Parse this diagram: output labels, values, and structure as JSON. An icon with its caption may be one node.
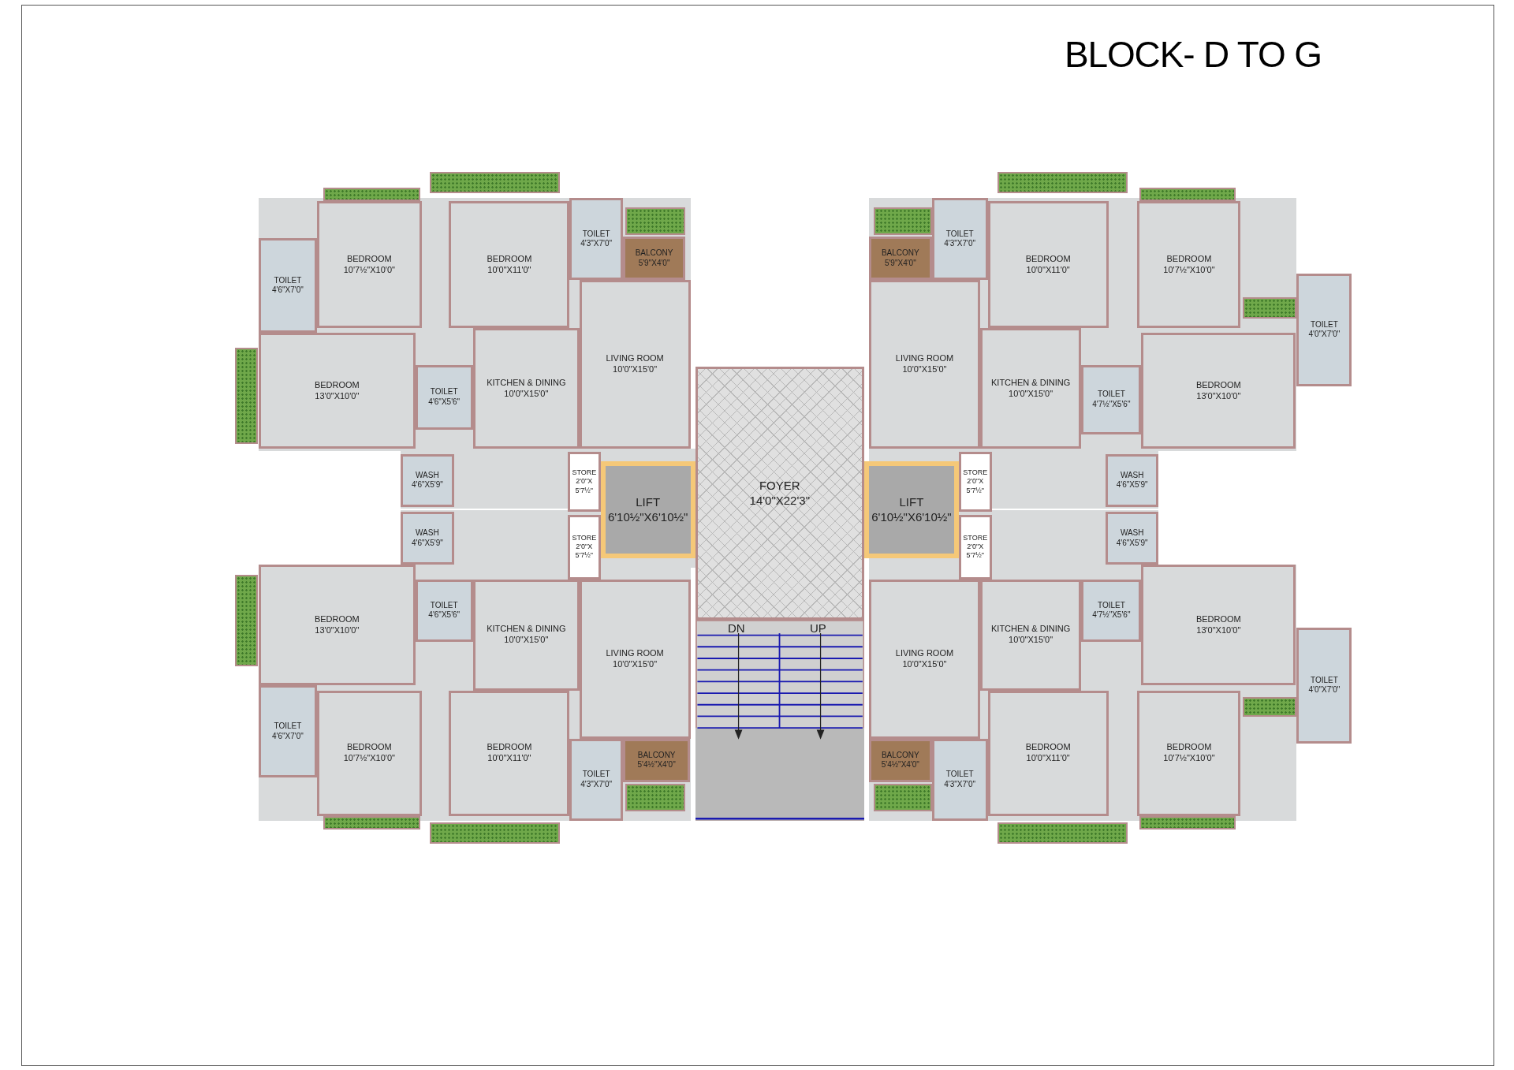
{
  "diagram": {
    "title": "BLOCK- D TO G",
    "nodes": [
      {
        "text": [
          "TOILET",
          "4'6\"X7'0\""
        ]
      },
      {
        "text": [
          "BEDROOM",
          "10'7½\"X10'0\""
        ]
      },
      {
        "text": [
          "BEDROOM",
          "10'0\"X11'0\""
        ]
      },
      {
        "text": [
          "TOILET",
          "4'3\"X7'0\""
        ]
      },
      {
        "text": [
          "BALCONY",
          "5'9\"X4'0\""
        ]
      },
      {
        "text": [
          "BALCONY",
          "5'9\"X4'0\""
        ]
      },
      {
        "text": [
          "TOILET",
          "4'3\"X7'0\""
        ]
      },
      {
        "text": [
          "BEDROOM",
          "10'0\"X11'0\""
        ]
      },
      {
        "text": [
          "BEDROOM",
          "10'7½\"X10'0\""
        ]
      },
      {
        "text": [
          "TOILET",
          "4'0\"X7'0\""
        ]
      },
      {
        "text": [
          "BEDROOM",
          "13'0\"X10'0\""
        ]
      },
      {
        "text": [
          "TOILET",
          "4'6\"X5'6\""
        ]
      },
      {
        "text": [
          "KITCHEN & DINING",
          "10'0\"X15'0\""
        ]
      },
      {
        "text": [
          "LIVING ROOM",
          "10'0\"X15'0\""
        ]
      },
      {
        "text": [
          "LIVING ROOM",
          "10'0\"X15'0\""
        ]
      },
      {
        "text": [
          "KITCHEN & DINING",
          "10'0\"X15'0\""
        ]
      },
      {
        "text": [
          "TOILET",
          "4'7½\"X5'6\""
        ]
      },
      {
        "text": [
          "BEDROOM",
          "13'0\"X10'0\""
        ]
      },
      {
        "text": [
          "FOYER",
          "14'0\"X22'3\""
        ]
      },
      {
        "text": [
          "WASH",
          "4'6\"X5'9\""
        ]
      },
      {
        "text": [
          "STORE",
          "2'0\"X 5'7½\""
        ]
      },
      {
        "text": [
          "LIFT",
          "6'10½\"X6'10½\""
        ]
      },
      {
        "text": [
          "LIFT",
          "6'10½\"X6'10½\""
        ]
      },
      {
        "text": [
          "STORE",
          "2'0\"X 5'7½\""
        ]
      },
      {
        "text": [
          "WASH",
          "4'6\"X5'9\""
        ]
      },
      {
        "text": [
          "WASH",
          "4'6\"X5'9\""
        ]
      },
      {
        "text": [
          "STORE",
          "2'0\"X 5'7½\""
        ]
      },
      {
        "text": [
          "STORE",
          "2'0\"X 5'7½\""
        ]
      },
      {
        "text": [
          "WASH",
          "4'6\"X5'9\""
        ]
      },
      {
        "text": [
          "BEDROOM",
          "13'0\"X10'0\""
        ]
      },
      {
        "text": [
          "TOILET",
          "4'6\"X5'6\""
        ]
      },
      {
        "text": [
          "KITCHEN & DINING",
          "10'0\"X15'0\""
        ]
      },
      {
        "text": [
          "LIVING ROOM",
          "10'0\"X15'0\""
        ]
      },
      {
        "text": [
          "LIVING ROOM",
          "10'0\"X15'0\""
        ]
      },
      {
        "text": [
          "KITCHEN & DINING",
          "10'0\"X15'0\""
        ]
      },
      {
        "text": [
          "TOILET",
          "4'7½\"X5'6\""
        ]
      },
      {
        "text": [
          "BEDROOM",
          "13'0\"X10'0\""
        ]
      },
      {
        "text": [
          "TOILET",
          "4'0\"X7'0\""
        ]
      },
      {
        "text": [
          "TOILET",
          "4'6\"X7'0\""
        ]
      },
      {
        "text": [
          "BEDROOM",
          "10'7½\"X10'0\""
        ]
      },
      {
        "text": [
          "BEDROOM",
          "10'0\"X11'0\""
        ]
      },
      {
        "text": [
          "TOILET",
          "4'3\"X7'0\""
        ]
      },
      {
        "text": [
          "BALCONY",
          "5'4½\"X4'0\""
        ]
      },
      {
        "text": [
          "BALCONY",
          "5'4½\"X4'0\""
        ]
      },
      {
        "text": [
          "TOILET",
          "4'3\"X7'0\""
        ]
      },
      {
        "text": [
          "BEDROOM",
          "10'0\"X11'0\""
        ]
      },
      {
        "text": [
          "BEDROOM",
          "10'7½\"X10'0\""
        ]
      }
    ],
    "edges": [],
    "labels": [
      "DN",
      "UP"
    ]
  }
}
